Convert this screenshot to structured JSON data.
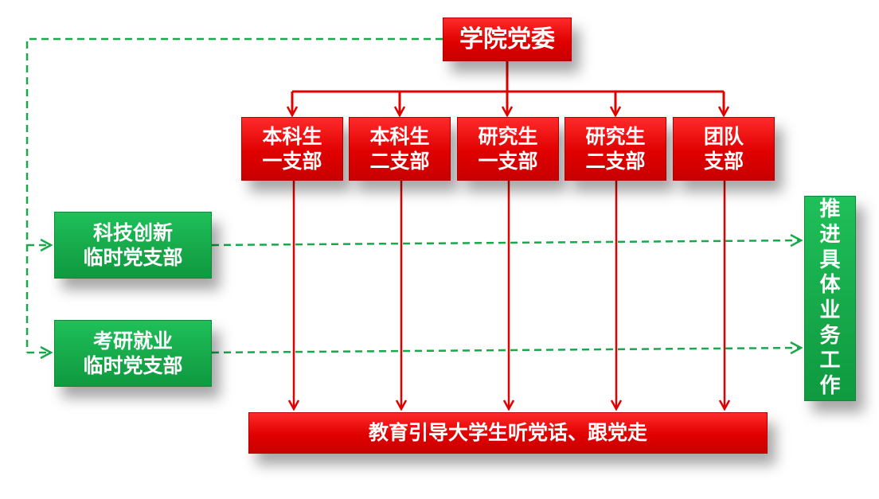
{
  "committee": "学院党委",
  "branches": [
    "本科生\n一支部",
    "本科生\n二支部",
    "研究生\n一支部",
    "研究生\n二支部",
    "团队\n支部"
  ],
  "temporary_branches": [
    "科技创新\n临时党支部",
    "考研就业\n临时党支部"
  ],
  "goal": "教育引导大学生听党话、跟党走",
  "work": "推进具体业务工作",
  "colors": {
    "red": "#e00000",
    "green": "#16a94a",
    "arrow_red": "#e00000",
    "arrow_green": "#19a84a"
  }
}
